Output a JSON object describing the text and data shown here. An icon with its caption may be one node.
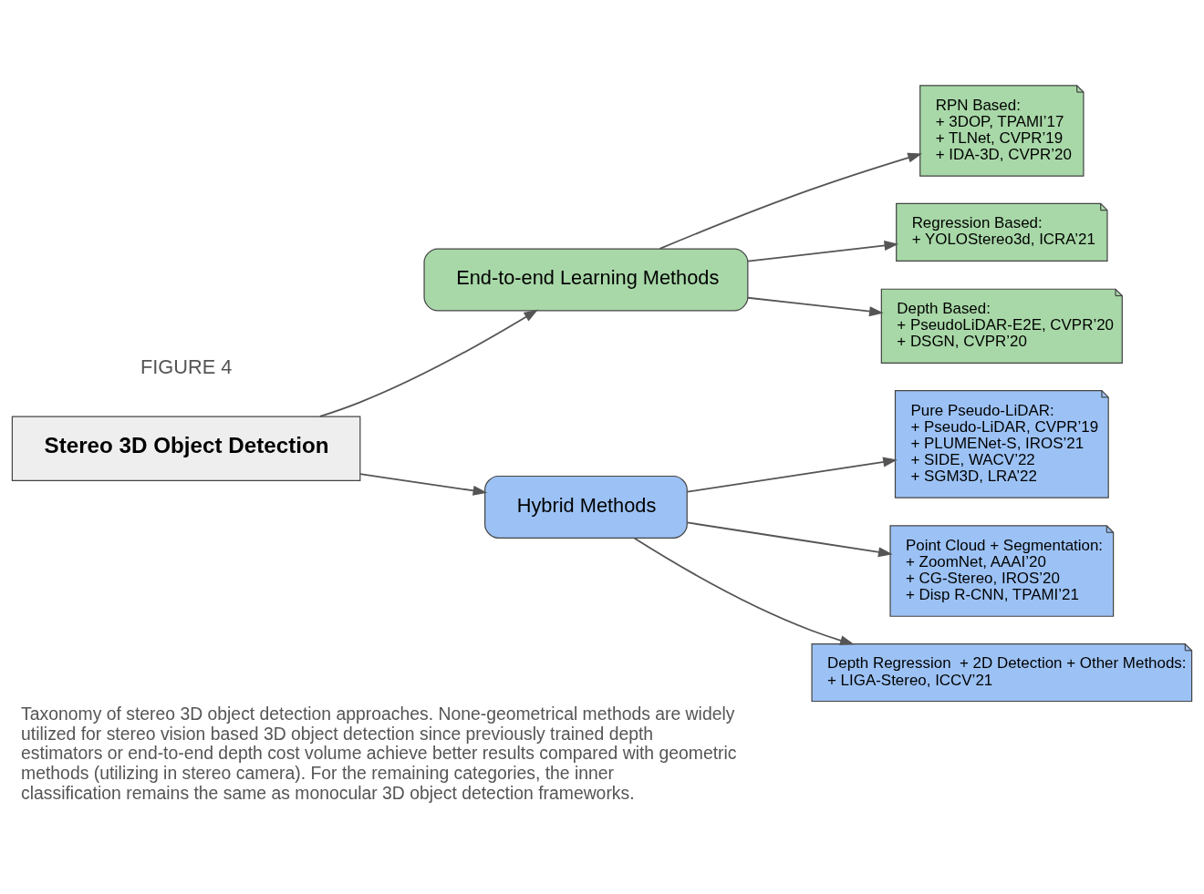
{
  "diagram": {
    "caption": "Taxonomy of stereo 3D object detection approaches. None-geometrical methods are widely utilized for stereo vision based 3D object detection since previously trained depth estimators or end-to-end depth cost volume achieve better results compared with geometric methods (utilizing in stereo camera). For the remaining categories, the inner classification remains the same as monocular 3D object detection frameworks.",
    "nodes": [
      {
        "text": [
          "Stereo 3D Object Detection"
        ]
      },
      {
        "text": [
          "End-to-end Learning Methods"
        ]
      },
      {
        "text": [
          "Hybrid Methods"
        ]
      },
      {
        "text": [
          "RPN Based:",
          "+ 3DOP, TPAMI’17",
          "+ TLNet, CVPR’19",
          "+ IDA-3D, CVPR’20"
        ]
      },
      {
        "text": [
          "Regression Based:",
          "+ YOLOStereo3d, ICRA’21"
        ]
      },
      {
        "text": [
          "Depth Based:",
          "+ PseudoLiDAR-E2E, CVPR’20",
          "+ DSGN, CVPR’20"
        ]
      },
      {
        "text": [
          "Pure Pseudo-LiDAR:",
          "+ Pseudo-LiDAR, CVPR’19",
          "+ PLUMENet-S, IROS’21",
          "+ SIDE, WACV’22",
          "+ SGM3D, LRA’22"
        ]
      },
      {
        "text": [
          "Point Cloud + Segmentation:",
          "+ ZoomNet, AAAI’20",
          "+ CG-Stereo, IROS’20",
          "+ Disp R-CNN, TPAMI’21"
        ]
      },
      {
        "text": [
          "Depth Regression  + 2D Detection + Other Methods:",
          "+ LIGA-Stereo, ICCV’21"
        ]
      }
    ],
    "edges": [
      {
        "from": 0,
        "to": 1,
        "arrow": "to"
      },
      {
        "from": 0,
        "to": 2,
        "arrow": "to"
      },
      {
        "from": 1,
        "to": 3,
        "arrow": "to"
      },
      {
        "from": 1,
        "to": 4,
        "arrow": "to"
      },
      {
        "from": 1,
        "to": 5,
        "arrow": "to"
      },
      {
        "from": 2,
        "to": 6,
        "arrow": "to"
      },
      {
        "from": 2,
        "to": 7,
        "arrow": "to"
      },
      {
        "from": 2,
        "to": 8,
        "arrow": "to"
      }
    ],
    "labels": [
      "FIGURE 4"
    ]
  }
}
